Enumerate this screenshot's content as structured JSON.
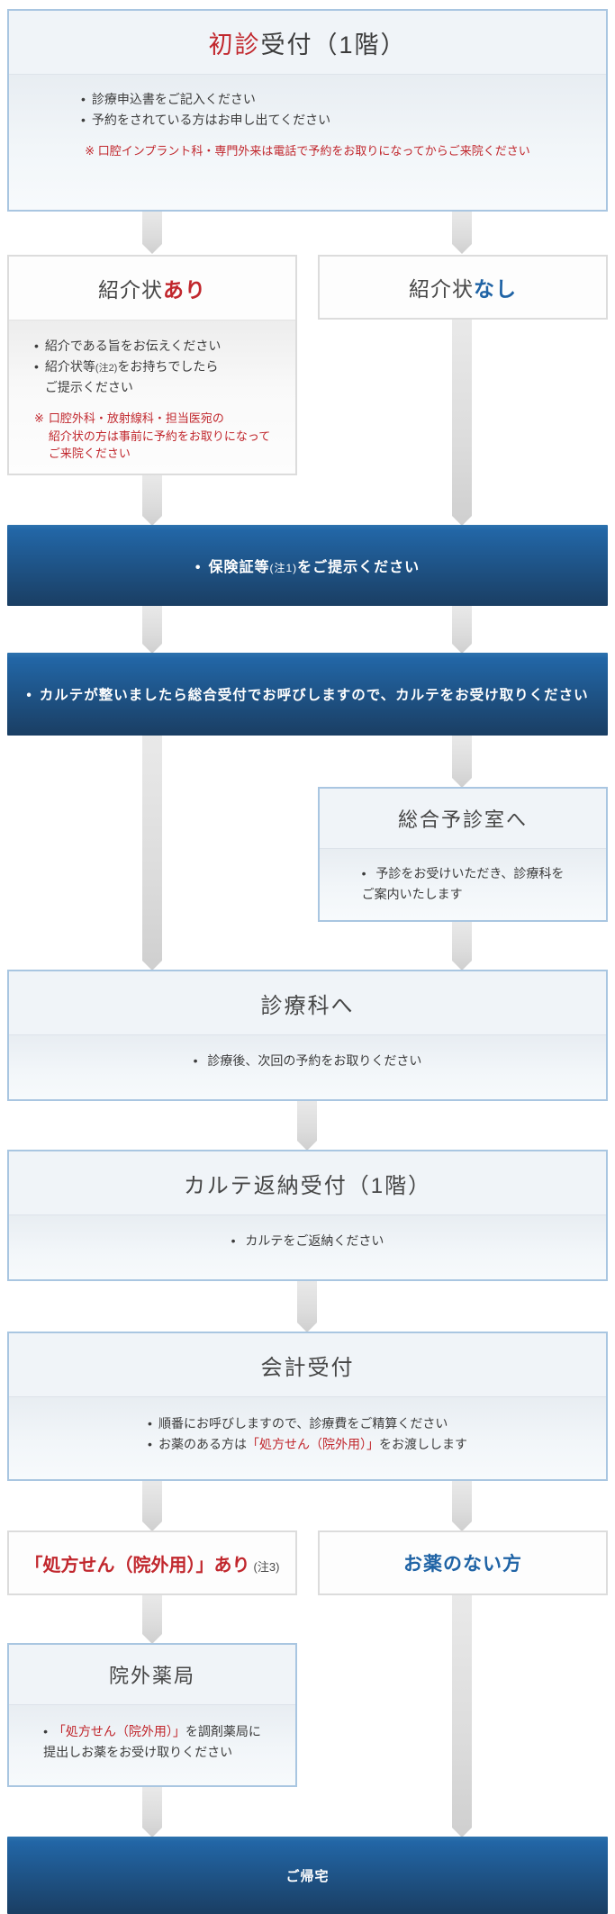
{
  "ui": {
    "bullet": "•",
    "note_marker": "※"
  },
  "colors": {
    "accent_red": "#c1272d",
    "accent_blue": "#1f63a5",
    "banner_gradient_top": "#2266a6",
    "banner_gradient_bottom": "#1a3e63",
    "box_border_blue": "#a9c6e1",
    "box_border_gray": "#dcdcdc",
    "arrow_gray": "#dcdcdc",
    "text_dark": "#3c3c3c"
  },
  "flow": {
    "first_visit": {
      "title_highlight": "初診",
      "title_rest": "受付（1階）",
      "bullet1": "診療申込書をご記入ください",
      "bullet2": "予約をされている方はお申し出てください",
      "note": "※ 口腔インプラント科・専門外来は電話で予約をお取りになってからご来院ください"
    },
    "referral_yes": {
      "title_prefix": "紹介状",
      "title_emphasis": "あり",
      "bullet1": "紹介である旨をお伝えください",
      "bullet2_part1": "紹介状等",
      "bullet2_note": "(注2)",
      "bullet2_part2": "をお持ちでしたら",
      "bullet2_line2": "ご提示ください",
      "note_line1": "口腔外科・放射線科・担当医宛の",
      "note_line2": "紹介状の方は事前に予約をお取りになって",
      "note_line3": "ご来院ください"
    },
    "referral_no": {
      "title_prefix": "紹介状",
      "title_emphasis": "なし"
    },
    "insurance_banner": {
      "text_part1": "保険証等",
      "note_ref": "(注1)",
      "text_part2": "をご提示ください"
    },
    "karte_banner": {
      "text": "カルテが整いましたら総合受付でお呼びしますので、カルテをお受け取りください"
    },
    "pre_exam": {
      "title": "総合予診室へ",
      "bullet_line1": "予診をお受けいただき、診療科を",
      "bullet_line2": "ご案内いたします"
    },
    "department": {
      "title": "診療科へ",
      "bullet": "診療後、次回の予約をお取りください"
    },
    "karte_return": {
      "title": "カルテ返納受付（1階）",
      "bullet": "カルテをご返納ください"
    },
    "payment": {
      "title": "会計受付",
      "bullet1": "順番にお呼びしますので、診療費をご精算ください",
      "bullet2_part1": "お薬のある方は",
      "bullet2_red": "「処方せん（院外用）」",
      "bullet2_part2": "をお渡しします"
    },
    "prescription_yes": {
      "title_red": "「処方せん（院外用）」あり",
      "note_ref": "(注3)"
    },
    "no_medicine": {
      "title": "お薬のない方"
    },
    "pharmacy": {
      "title": "院外薬局",
      "bullet_red": "「処方せん（院外用）」",
      "bullet_part2": "を調剤薬局に",
      "bullet_line2": "提出しお薬をお受け取りください"
    },
    "go_home": {
      "title": "ご帰宅"
    }
  }
}
